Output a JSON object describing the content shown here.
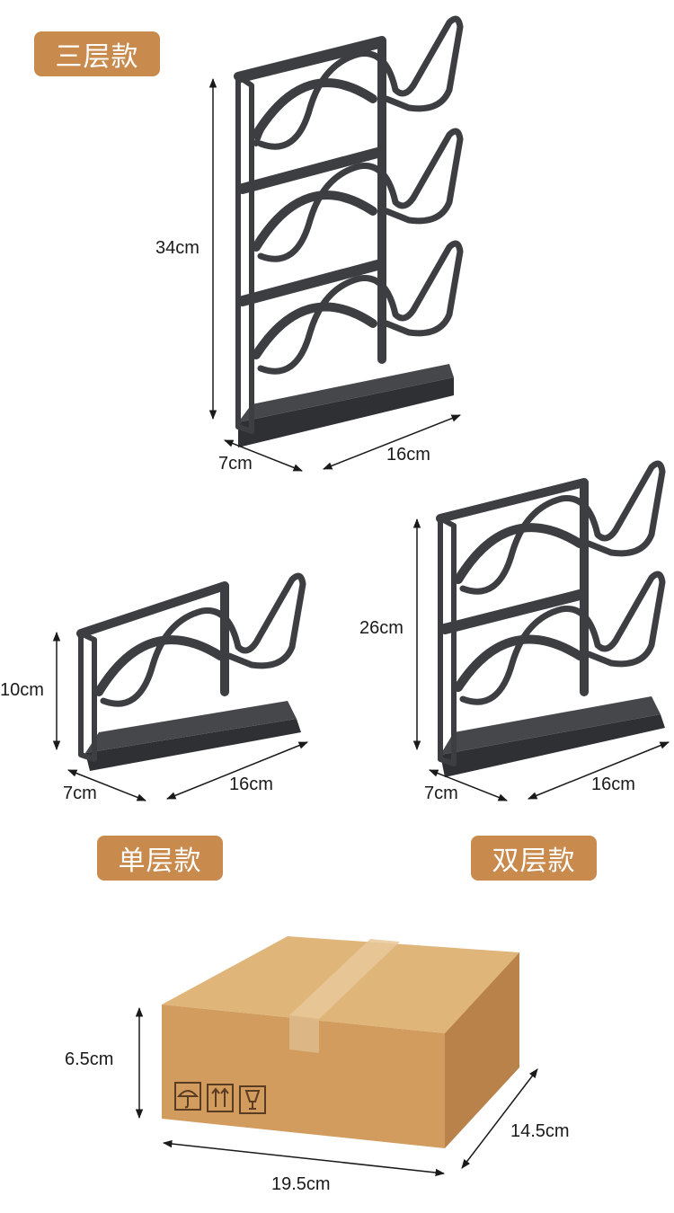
{
  "badges": {
    "three_tier": "三层款",
    "single_tier": "单层款",
    "double_tier": "双层款"
  },
  "three_tier_rack": {
    "height": "34cm",
    "depth": "7cm",
    "width": "16cm"
  },
  "single_tier_rack": {
    "height": "10cm",
    "depth": "7cm",
    "width": "16cm"
  },
  "double_tier_rack": {
    "height": "26cm",
    "depth": "7cm",
    "width": "16cm"
  },
  "package_box": {
    "height": "6.5cm",
    "length": "19.5cm",
    "depth": "14.5cm"
  },
  "colors": {
    "badge": "#c98a4e",
    "rack": "#3d3e42",
    "box": "#d6a466"
  }
}
